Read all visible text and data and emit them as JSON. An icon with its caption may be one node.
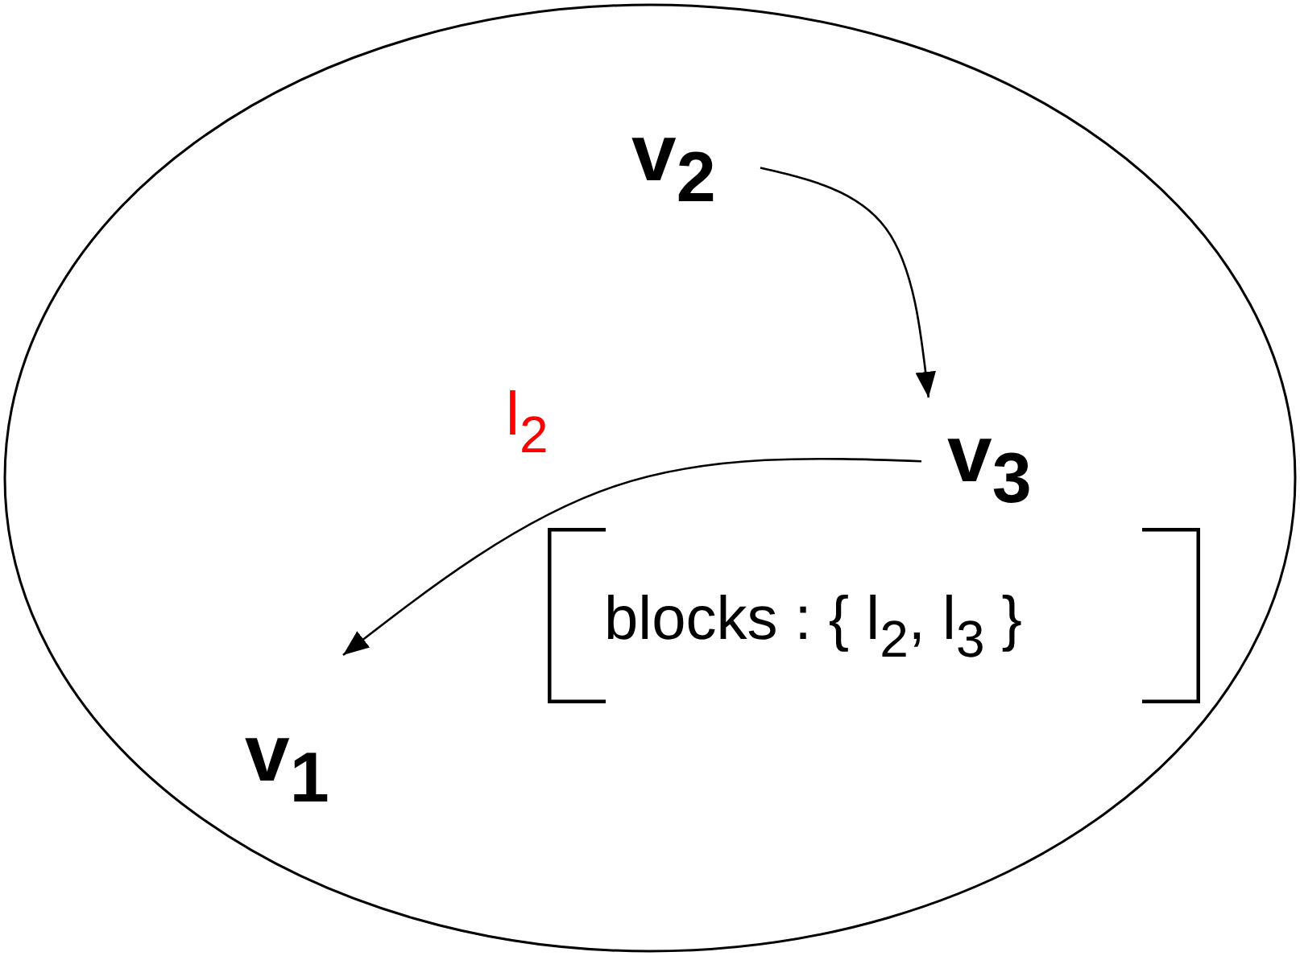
{
  "diagram": {
    "nodes": [
      {
        "text": [],
        "shape": "ellipse"
      },
      {
        "text": [
          "v$_{2}$"
        ],
        "in": 0
      },
      {
        "text": [
          "v$_{3}$"
        ],
        "in": 0,
        "beside": [
          "blocks : { l$_{2}$, l$_{3}$ }"
        ]
      },
      {
        "text": [
          "v$_{1}$"
        ],
        "in": 0
      }
    ],
    "edges": [
      {
        "from": 1,
        "to": 2,
        "arrow": "to"
      },
      {
        "from": 2,
        "to": 3,
        "arrow": "to",
        "label": "l$_{2}$"
      }
    ]
  }
}
